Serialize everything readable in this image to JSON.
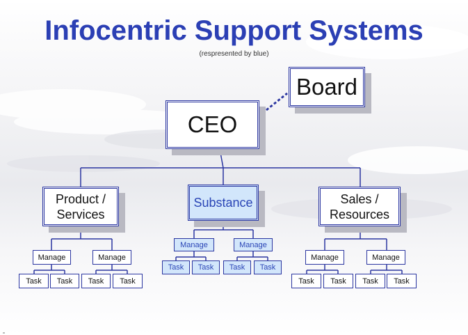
{
  "title": "Infocentric Support Systems",
  "subtitle": "(respresented by blue)",
  "colors": {
    "accent": "#2a35a0",
    "highlight_fill": "#d2e6fb",
    "title": "#2b3fb4"
  },
  "nodes": {
    "board": "Board",
    "ceo": "CEO",
    "product": "Product / Services",
    "substance": "Substance",
    "sales": "Sales / Resources",
    "manage": "Manage",
    "task": "Task"
  }
}
